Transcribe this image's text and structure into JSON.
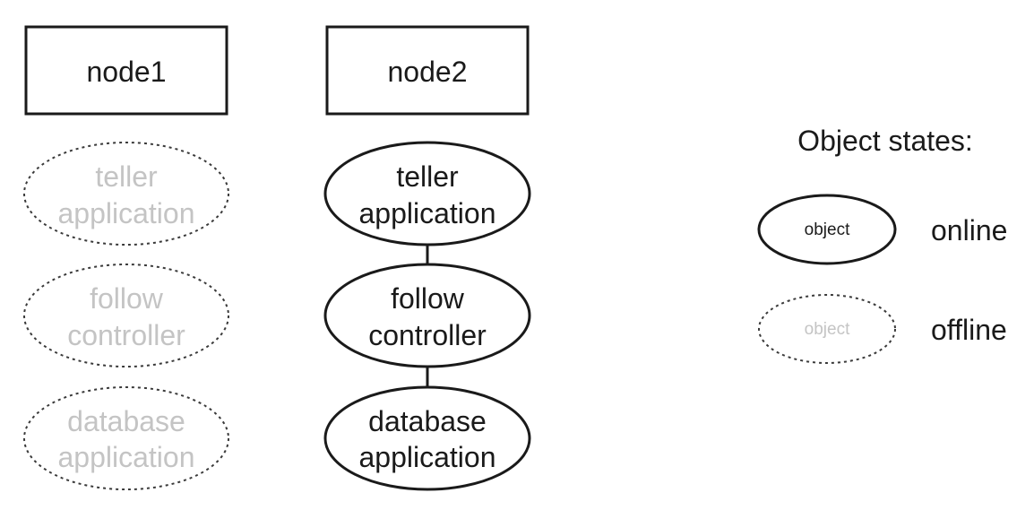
{
  "nodes": [
    {
      "title": "node1",
      "state": "offline",
      "objects": [
        {
          "line1": "teller",
          "line2": "application"
        },
        {
          "line1": "follow",
          "line2": "controller"
        },
        {
          "line1": "database",
          "line2": "application"
        }
      ]
    },
    {
      "title": "node2",
      "state": "online",
      "objects": [
        {
          "line1": "teller",
          "line2": "application"
        },
        {
          "line1": "follow",
          "line2": "controller"
        },
        {
          "line1": "database",
          "line2": "application"
        }
      ]
    }
  ],
  "legend": {
    "title": "Object states:",
    "online": {
      "sample": "object",
      "label": "online"
    },
    "offline": {
      "sample": "object",
      "label": "offline"
    }
  },
  "colors": {
    "online_stroke": "#1a1a1a",
    "online_text": "#1a1a1a",
    "offline_stroke": "#3a3a3a",
    "offline_text": "#c4c4c4"
  }
}
